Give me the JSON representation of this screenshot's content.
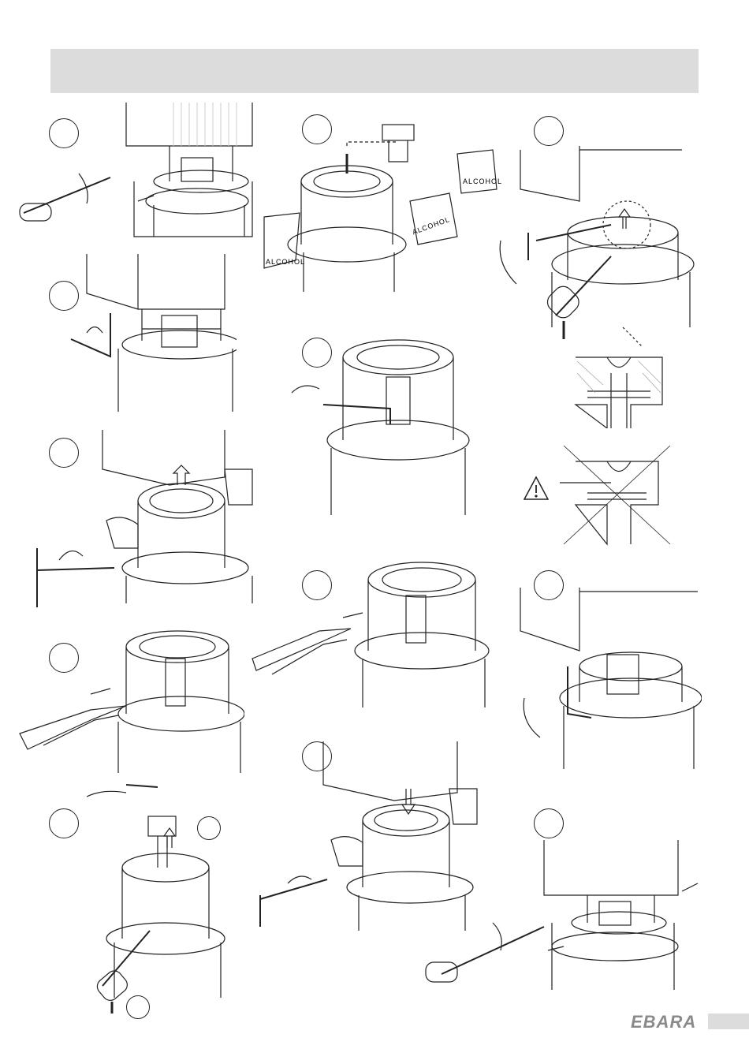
{
  "labels": {
    "bottle_1": "ALCOHOL",
    "bottle_2": "ALCOHOL",
    "bottle_3": "ALCOHOL"
  },
  "footer": {
    "brand": "EBARA"
  }
}
